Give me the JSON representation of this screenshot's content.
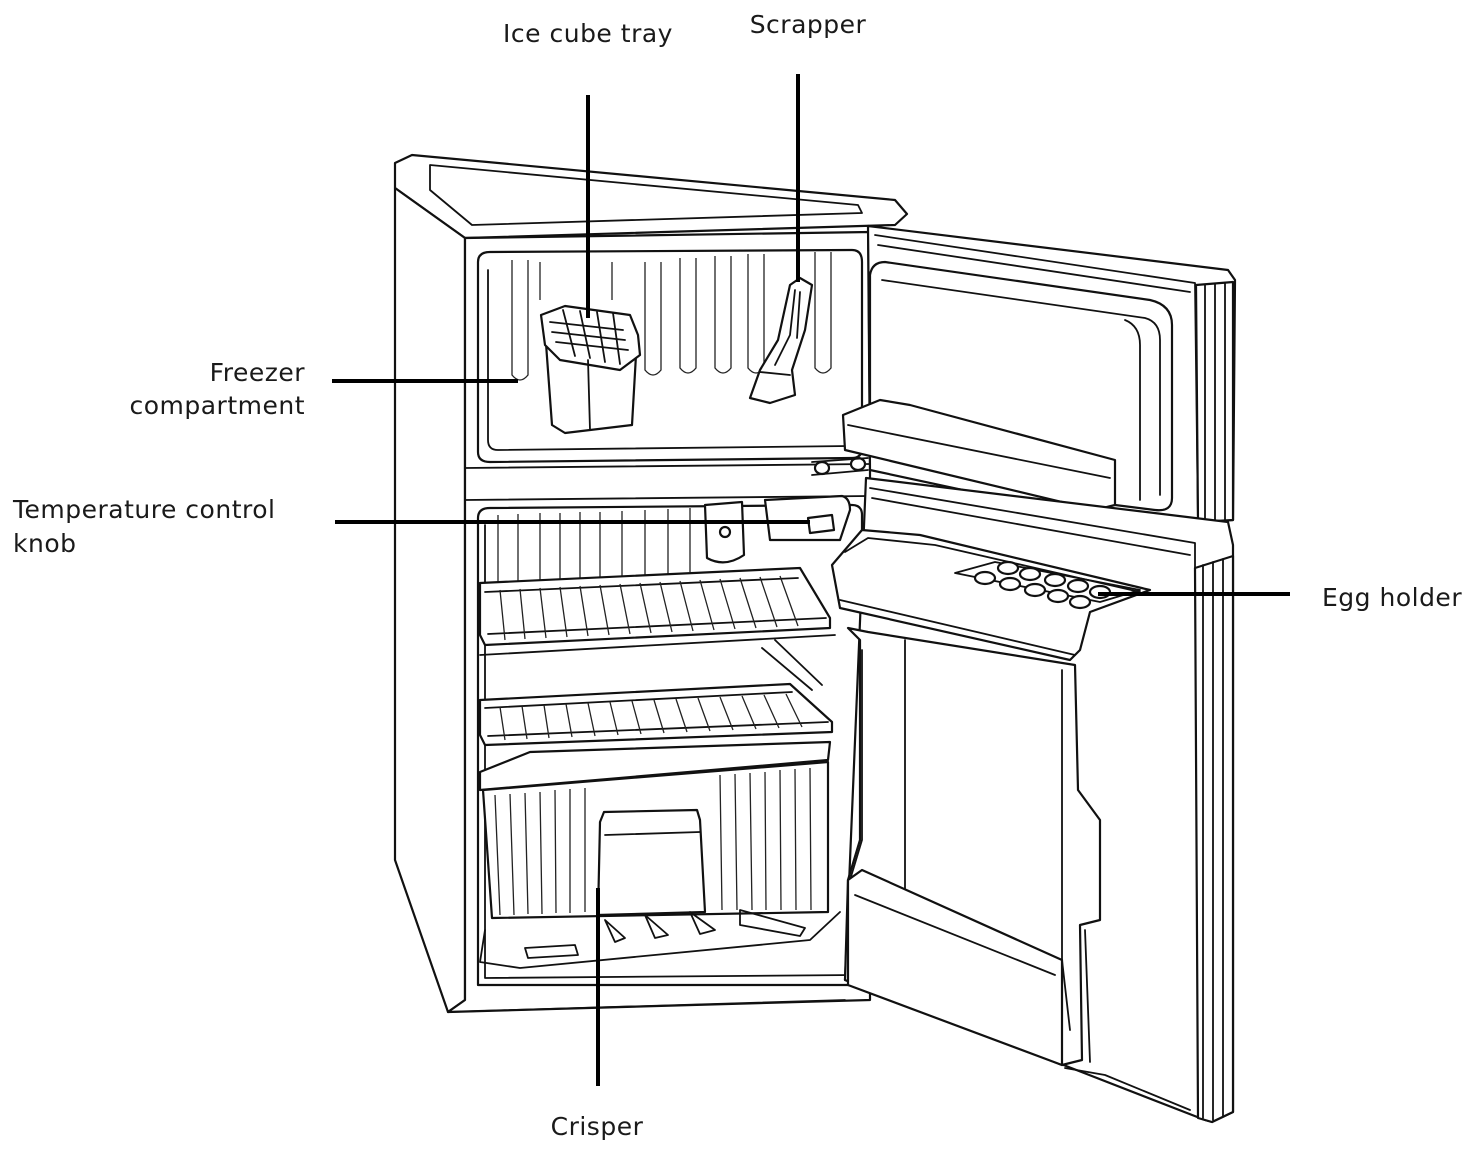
{
  "labels": {
    "ice_cube_tray": "Ice cube tray",
    "scrapper": "Scrapper",
    "freezer_line1": "Freezer",
    "freezer_line2": "compartment",
    "temp_line1": "Temperature control",
    "temp_line2": "knob",
    "egg_holder": "Egg holder",
    "crisper": "Crisper"
  },
  "colors": {
    "ink": "#111111",
    "label_text": "#1a1a1a",
    "background": "#ffffff"
  }
}
